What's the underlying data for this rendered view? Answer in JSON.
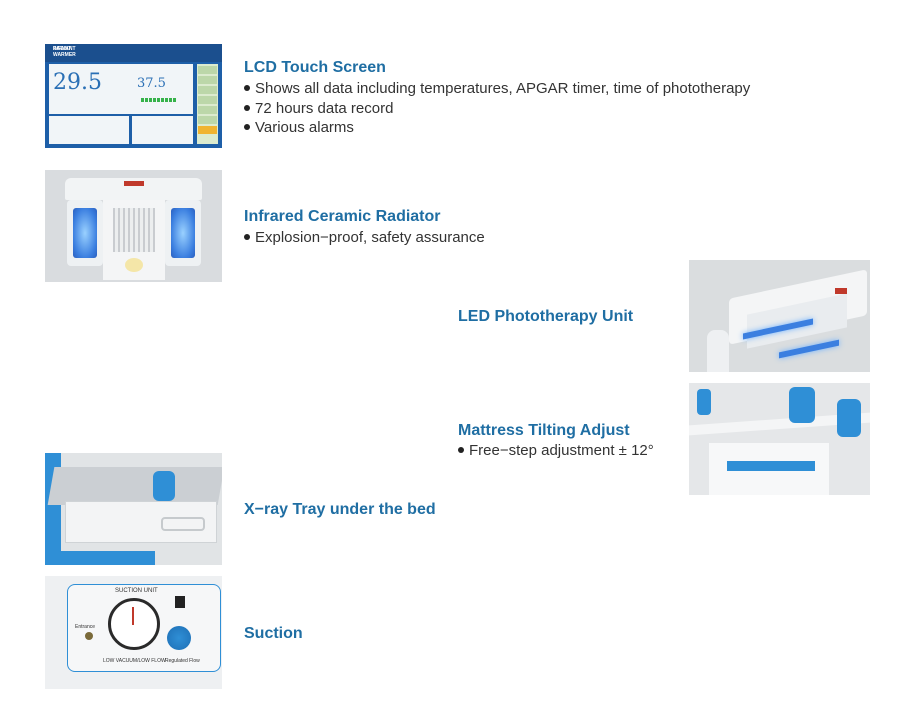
{
  "sections": {
    "lcd": {
      "title": "LCD Touch Screen",
      "bullets": [
        "Shows all data including temperatures, APGAR timer, time of phototherapy",
        "72 hours data record",
        "Various alarms"
      ],
      "image_text": {
        "brand_line1": "INFANT",
        "brand_line2": "RADIANT WARMER",
        "temperature": "29.5",
        "setting": "37.5"
      }
    },
    "radiator": {
      "title": "Infrared Ceramic Radiator",
      "bullets": [
        "Explosion−proof,  safety assurance"
      ]
    },
    "led": {
      "title": "LED Phototherapy Unit"
    },
    "mattress": {
      "title": "Mattress Tilting Adjust",
      "bullets": [
        "Free−step adjustment ± 12°"
      ]
    },
    "xray": {
      "title": "X−ray Tray under the bed"
    },
    "suction": {
      "title": "Suction",
      "image_text": {
        "unit": "SUCTION UNIT",
        "entrance": "Entrance",
        "low_vacuum": "LOW VACUUM/LOW FLOW",
        "regulated": "Regulated Flow"
      }
    }
  }
}
